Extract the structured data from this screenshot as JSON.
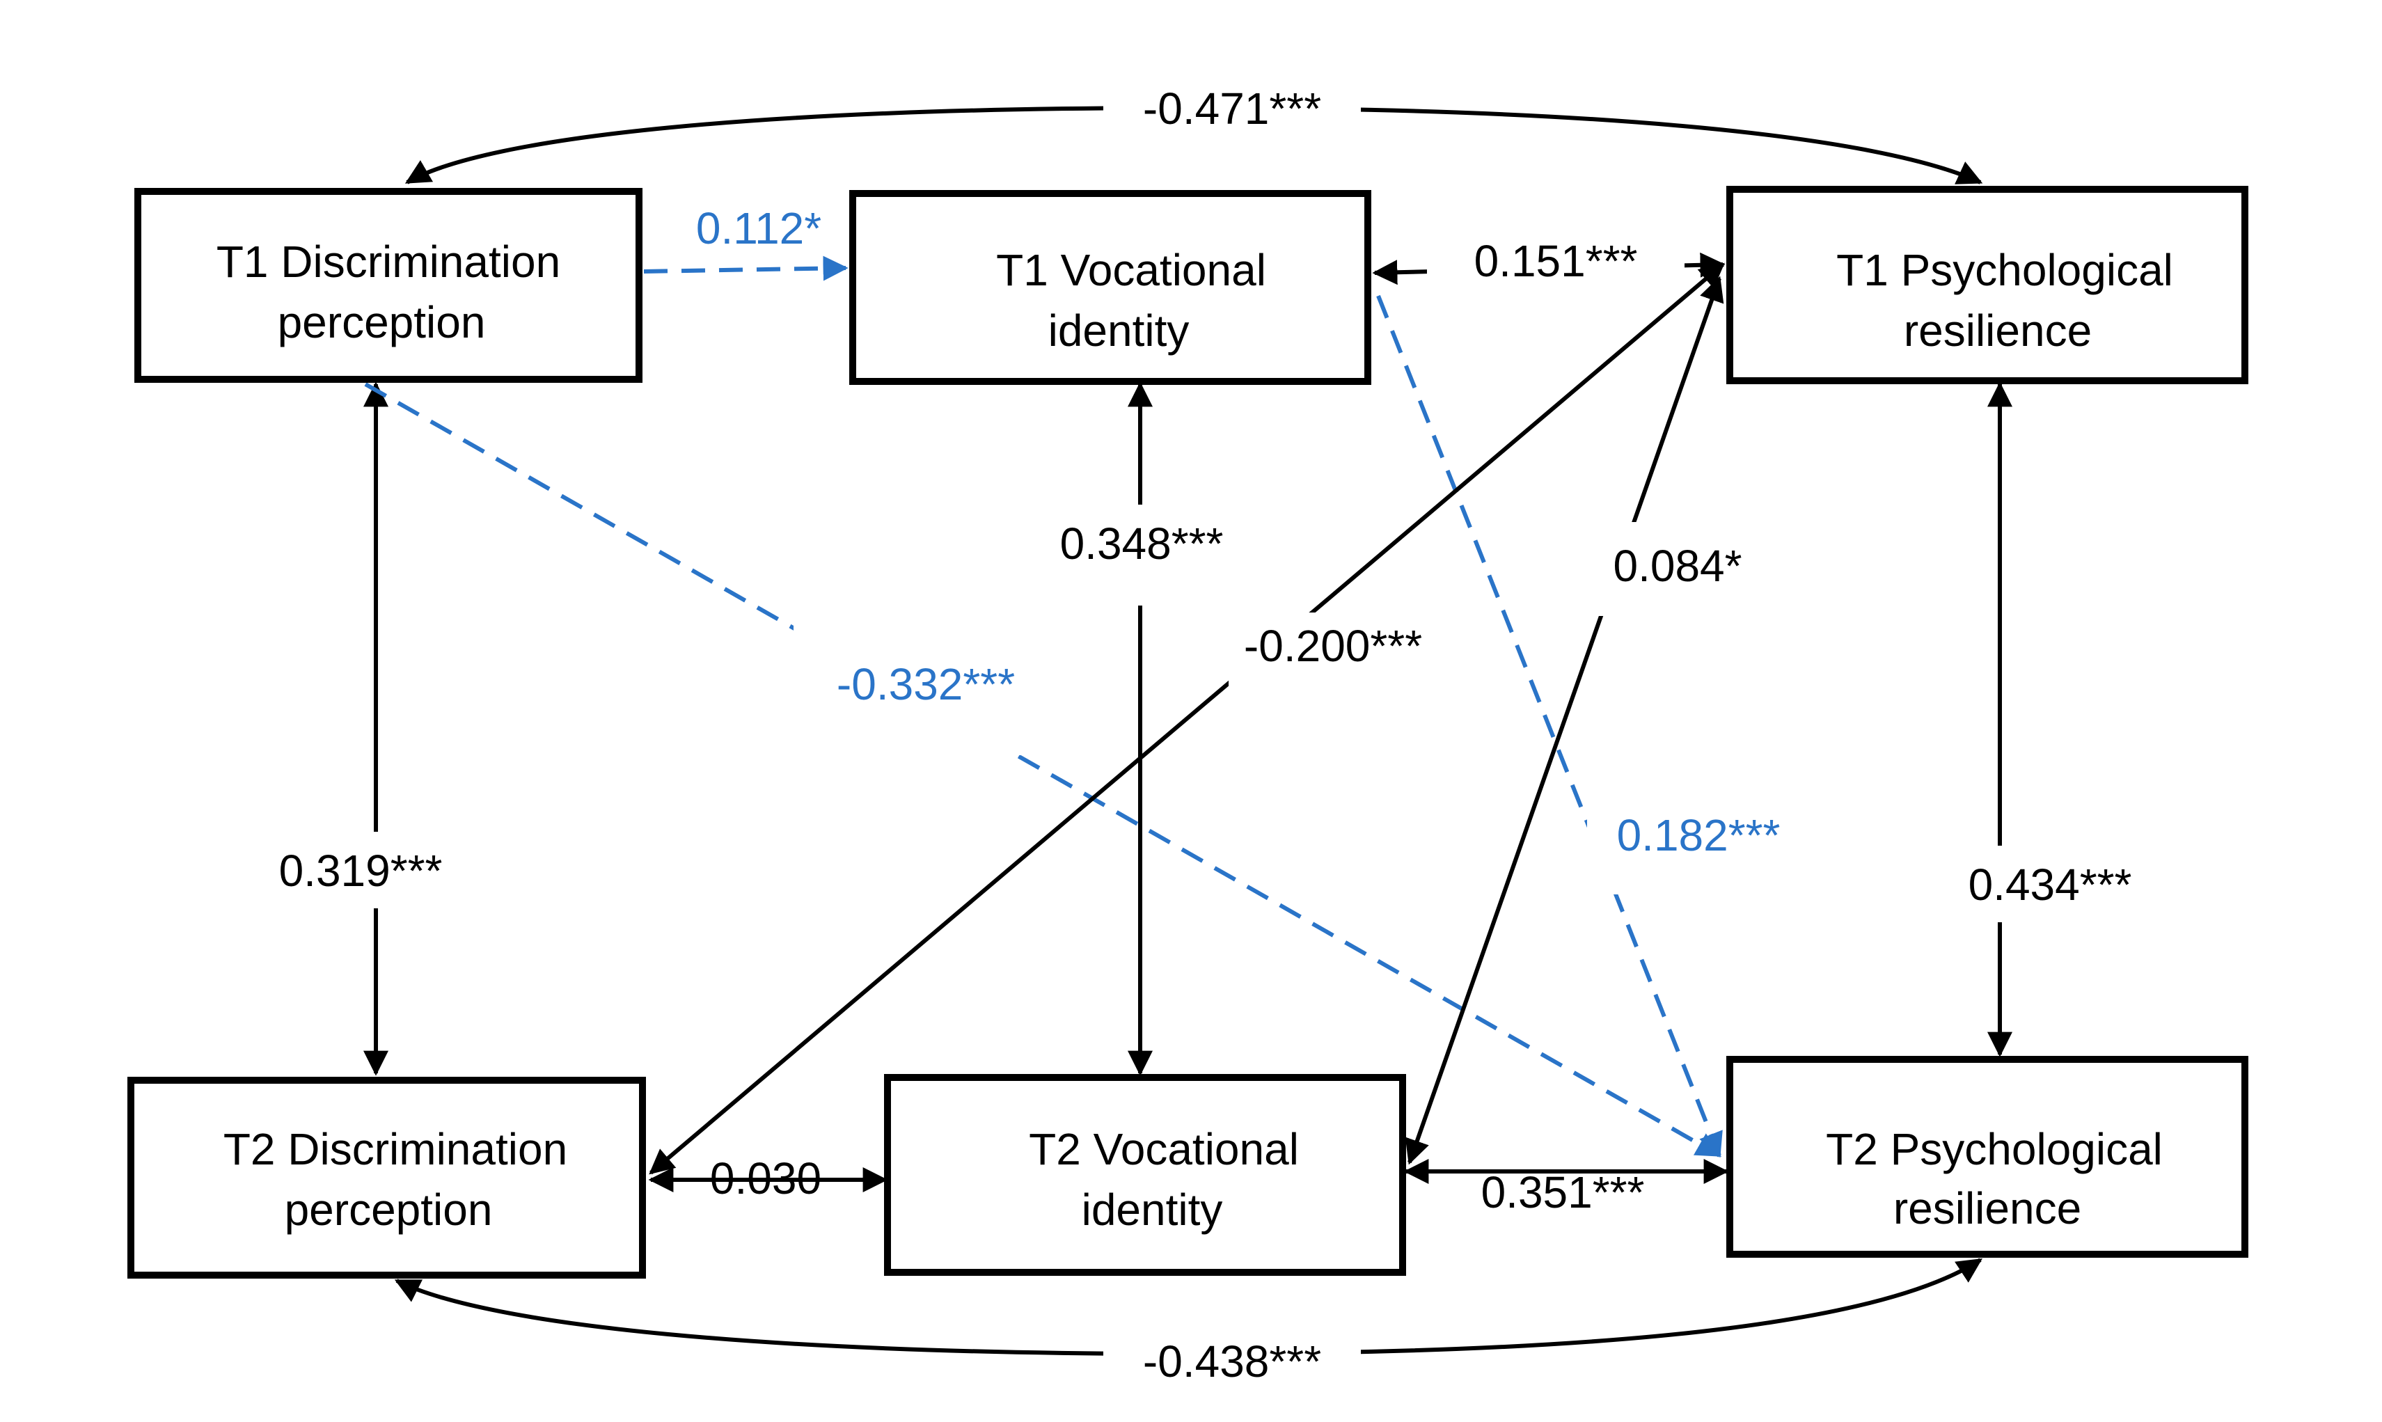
{
  "colors": {
    "line": "#000000",
    "highlight": "#2a74c8"
  },
  "nodes": {
    "t1_dp": {
      "line1": "T1 Discrimination",
      "line2": "perception"
    },
    "t1_vi": {
      "line1": "T1 Vocational",
      "line2": "identity"
    },
    "t1_pr": {
      "line1": "T1 Psychological",
      "line2": "resilience"
    },
    "t2_dp": {
      "line1": "T2 Discrimination",
      "line2": "perception"
    },
    "t2_vi": {
      "line1": "T2 Vocational",
      "line2": "identity"
    },
    "t2_pr": {
      "line1": "T2 Psychological",
      "line2": "resilience"
    }
  },
  "paths": {
    "t1_dp_t1_pr": "-0.471***",
    "t2_dp_t2_pr": "-0.438***",
    "t1_dp_t1_vi": "0.112*",
    "t1_vi_t1_pr": "0.151***",
    "t1_dp_t2_dp": "0.319***",
    "t1_vi_t2_vi": "0.348***",
    "t1_pr_t2_pr": "0.434***",
    "t1_dp_t2_pr": "-0.332***",
    "t1_pr_t2_dp": "-0.200***",
    "t1_pr_t2_vi": "0.084*",
    "t1_vi_t2_pr": "0.182***",
    "t2_dp_t2_vi": "0.030",
    "t2_vi_t2_pr": "0.351***"
  }
}
